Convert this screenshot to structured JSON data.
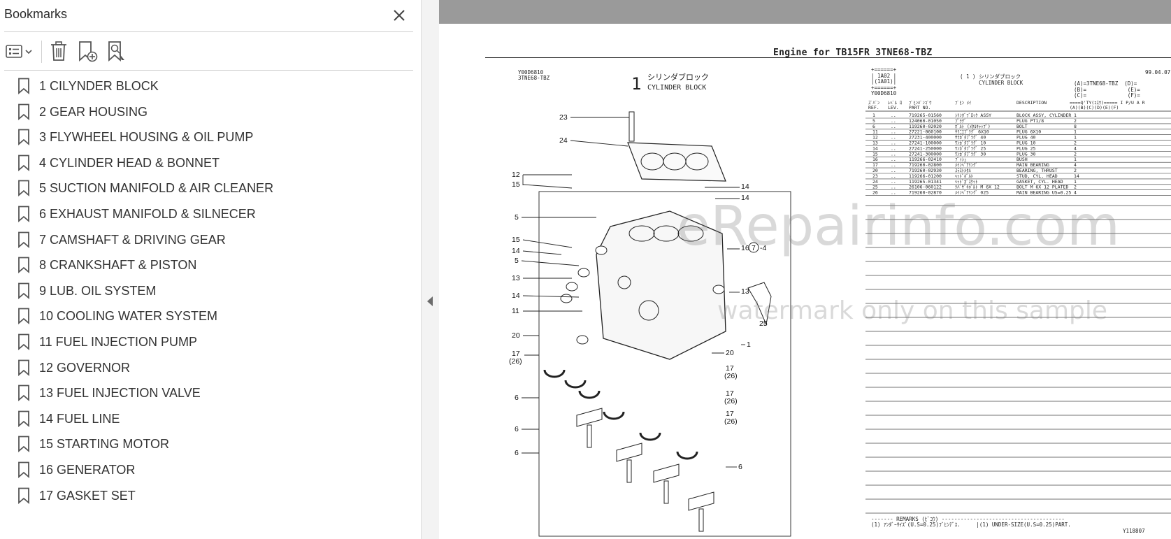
{
  "panel": {
    "title": "Bookmarks",
    "close_icon": "close-icon",
    "toolbar": [
      {
        "icon": "bookmark-options-icon",
        "label": "Options"
      },
      {
        "icon": "delete-bookmark-icon",
        "label": "Delete"
      },
      {
        "icon": "add-bookmark-icon",
        "label": "New bookmark"
      },
      {
        "icon": "find-bookmark-icon",
        "label": "Find current bookmark"
      }
    ],
    "items": [
      {
        "label": "1 CILYNDER BLOCK"
      },
      {
        "label": "2 GEAR HOUSING"
      },
      {
        "label": "3 FLYWHEEL HOUSING & OIL PUMP"
      },
      {
        "label": "4 CYLINDER HEAD & BONNET"
      },
      {
        "label": "5 SUCTION MANIFOLD & AIR CLEANER"
      },
      {
        "label": "6 EXHAUST MANIFOLD & SILNECER"
      },
      {
        "label": "7 CAMSHAFT & DRIVING GEAR"
      },
      {
        "label": "8 CRANKSHAFT & PISTON"
      },
      {
        "label": "9 LUB. OIL SYSTEM"
      },
      {
        "label": "10 COOLING WATER SYSTEM"
      },
      {
        "label": "11 FUEL INJECTION PUMP"
      },
      {
        "label": "12 GOVERNOR"
      },
      {
        "label": "13 FUEL INJECTION VALVE"
      },
      {
        "label": "14 FUEL LINE"
      },
      {
        "label": "15 STARTING MOTOR"
      },
      {
        "label": "16 GENERATOR"
      },
      {
        "label": "17 GASKET SET"
      }
    ]
  },
  "document": {
    "title": "Engine for TB15FR  3TNE68-TBZ",
    "date": "99.04.07",
    "header_left_code": "Y00D6810",
    "header_left_model": "3TNE68-TBZ",
    "section_number": "1",
    "section_name_jp": "シリンダブロック",
    "section_name_en": "CYLINDER BLOCK",
    "table_header_block": "+======+\n| 1A02 |\n|(1A01)|\n+======+\nY00D6810",
    "table_header_mid": "( 1 ) シリンダブロック\n      CYLINDER BLOCK",
    "table_header_right": "(A)=3TNE68-TBZ  (D)=\n(B)=             (E)=\n(C)=             (F)=",
    "columns": {
      "ref": "ｽﾞﾊﾞﾝ\nREF.",
      "lev": "ﾚﾍﾞﾙ ﾛ\nLEV.",
      "part_no": "ﾌﾞﾋﾝﾊﾞﾝｺﾞｳ\nPART NO.",
      "name_jp": "ﾌﾞﾋﾝ ﾒｲ",
      "description": "DESCRIPTION",
      "qty": "====Q'TY(ｺｽｳ)===== I P/U A  R\n(A)(B)(C)(D)(E)(F)"
    },
    "rows": [
      {
        "ref": "1",
        "lev": "..",
        "part_no": "719265-01560",
        "name_jp": "ｼﾘﾝﾀﾞﾌﾞﾛｯｸ ASSY",
        "description": "BLOCK ASSY, CYLINDER",
        "qty": "1"
      },
      {
        "ref": "5",
        "lev": "..",
        "part_no": "124060-01050",
        "name_jp": "ﾌﾟﾗｸﾞ",
        "description": "PLUG PT1/8",
        "qty": "2"
      },
      {
        "ref": "6",
        "lev": "..",
        "part_no": "119260-02020",
        "name_jp": "ﾎﾞﾙﾄ (ﾒﾀﾙｷｬｯﾌﾟ)",
        "description": "BOLT",
        "qty": "8"
      },
      {
        "ref": "11",
        "lev": "..",
        "part_no": "27221-060100",
        "name_jp": "ｻﾗﾆｴﾌﾟﾗｸﾞ  6X10",
        "description": "PLUG  6X10",
        "qty": "1"
      },
      {
        "ref": "12",
        "lev": "..",
        "part_no": "27231-400000",
        "name_jp": "ｻﾗｶﾞﾀﾌﾟﾗｸﾞ  40",
        "description": "PLUG 40",
        "qty": "1"
      },
      {
        "ref": "13",
        "lev": "..",
        "part_no": "27241-100000",
        "name_jp": "ﾜﾝｶﾞﾀﾌﾟﾗｸﾞ  10",
        "description": "PLUG 10",
        "qty": "2"
      },
      {
        "ref": "14",
        "lev": "..",
        "part_no": "27241-250000",
        "name_jp": "ﾜﾝｶﾞﾀﾌﾟﾗｸﾞ  25",
        "description": "PLUG 25",
        "qty": "4"
      },
      {
        "ref": "15",
        "lev": "..",
        "part_no": "27241-300000",
        "name_jp": "ﾜﾝｶﾞﾀﾌﾟﾗｸﾞ  30",
        "description": "PLUG 30",
        "qty": "2"
      },
      {
        "ref": "16",
        "lev": "..",
        "part_no": "119266-02410",
        "name_jp": "ﾌﾞｯｼｭ",
        "description": "BUSH",
        "qty": "1"
      },
      {
        "ref": "17",
        "lev": "..",
        "part_no": "719260-02800",
        "name_jp": "ﾒｲﾝﾍﾞｱﾘﾝｸﾞ",
        "description": "MAIN BEARING",
        "qty": "4"
      },
      {
        "ref": "20",
        "lev": "..",
        "part_no": "719260-02930",
        "name_jp": "ｽﾗｽﾄﾒﾀﾙ",
        "description": "BEARING, THRUST",
        "qty": "2"
      },
      {
        "ref": "23",
        "lev": "..",
        "part_no": "119266-01200",
        "name_jp": "ﾍｯﾄﾞﾎﾞﾙﾄ",
        "description": "STUD, CYL. HEAD",
        "qty": "14"
      },
      {
        "ref": "24",
        "lev": "..",
        "part_no": "119265-01341",
        "name_jp": "ﾍｯﾄﾞｶﾞｽｹｯﾄ",
        "description": "GASKET, CYL. HEAD",
        "qty": "1"
      },
      {
        "ref": "25",
        "lev": "..",
        "part_no": "26106-060122",
        "name_jp": "ﾂﾊﾞｻﾞｷﾎﾞﾙﾄ M 6X 12",
        "description": "BOLT M 6X 12 PLATED",
        "qty": "2"
      },
      {
        "ref": "26",
        "lev": "..",
        "part_no": "719260-02870",
        "name_jp": "ﾒｲﾝﾍﾞｱﾘﾝｸﾞ  025",
        "description": "MAIN BEARING US=0.25",
        "qty": "4"
      }
    ],
    "remarks_line1": "------- REMARKS (ﾋﾞｺｳ) ---------------------------------------",
    "remarks_line2": "(1) ｱﾝﾀﾞｰｻｲｽﾞ(U.S=0.25)ﾌﾞﾋﾝﾃﾞｽ.     |(1) UNDER-SIZE(U.S=0.25)PART.",
    "footer_code": "Y118807",
    "watermark_main": "eRepairinfo.com",
    "watermark_sub": "watermark only on this sample",
    "callouts": [
      "23",
      "24",
      "12",
      "15",
      "5",
      "15",
      "14",
      "5",
      "13",
      "14",
      "11",
      "20",
      "17",
      "(26)",
      "6",
      "6",
      "6",
      "14",
      "14",
      "16",
      "7",
      "-4",
      "13",
      "25",
      "1",
      "20",
      "17",
      "(26)",
      "17",
      "(26)",
      "17",
      "(26)",
      "6"
    ]
  }
}
